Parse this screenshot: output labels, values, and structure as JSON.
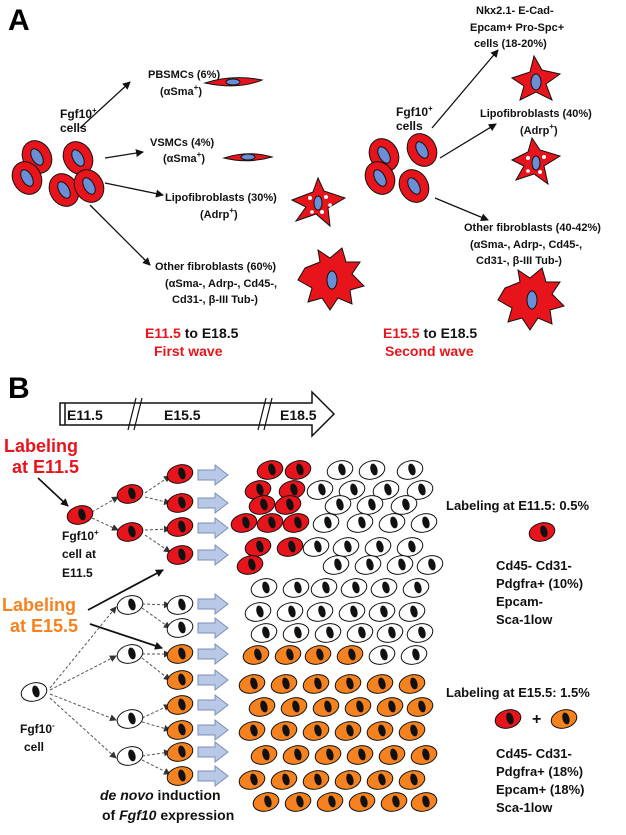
{
  "panel_a": {
    "label": "A",
    "left": {
      "source": [
        "Fgf10",
        "+",
        "cells"
      ],
      "pbsmc": [
        "PBSMCs (6%)",
        "(αSma",
        "+",
        ")"
      ],
      "vsmc": [
        "VSMCs (4%)",
        "(αSma",
        "+",
        ")"
      ],
      "lipo": [
        "Lipofibroblasts (30%)",
        "(Adrp",
        "+",
        ")"
      ],
      "other": [
        "Other fibroblasts (60%)",
        "(αSma-, Adrp-, Cd45-,",
        "Cd31-, β-III Tub-)"
      ],
      "wave_start": "E11.5",
      "wave_to": " to E18.5",
      "wave_name": "First wave"
    },
    "right": {
      "source": [
        "Fgf10",
        "+",
        "cells"
      ],
      "epi": [
        "Nkx2.1- E-Cad-",
        "Epcam+ Pro-Spc+",
        "cells (18-20%)"
      ],
      "lipo": [
        "Lipofibroblasts (40%)",
        "(Adrp",
        "+",
        ")"
      ],
      "other": [
        "Other fibroblasts (40-42%)",
        "(αSma-, Adrp-, Cd45-,",
        "Cd31-, β-III Tub-)"
      ],
      "wave_start": "E15.5",
      "wave_to": " to E18.5",
      "wave_name": "Second wave"
    }
  },
  "panel_b": {
    "label": "B",
    "timeline": [
      "E11.5",
      "E15.5",
      "E18.5"
    ],
    "labeling_e11": [
      "Labeling",
      "at E11.5"
    ],
    "labeling_e15": [
      "Labeling",
      "at E15.5"
    ],
    "fgf10_pos_cell": [
      "Fgf10",
      "+",
      "cell at",
      "E11.5"
    ],
    "fgf10_neg_cell": [
      "Fgf10",
      "-",
      "cell"
    ],
    "de_novo": [
      "de novo",
      " induction",
      "of ",
      "Fgf10",
      " expression"
    ],
    "result_e11": {
      "title": "Labeling at E11.5: 0.5%",
      "markers": [
        "Cd45- Cd31-",
        "Pdgfra+ (10%)",
        "Epcam-",
        "Sca-1low"
      ]
    },
    "result_e15": {
      "title": "Labeling at E15.5: 1.5%",
      "plus": "+",
      "markers": [
        "Cd45- Cd31-",
        "Pdgfra+ (18%)",
        "Epcam+ (18%)",
        "Sca-1low"
      ]
    }
  },
  "colors": {
    "red": "#e8141b",
    "orange": "#f5821f",
    "nucleus_blue": "#6b8fd6",
    "arrow_fill": "#b8c8e6"
  }
}
